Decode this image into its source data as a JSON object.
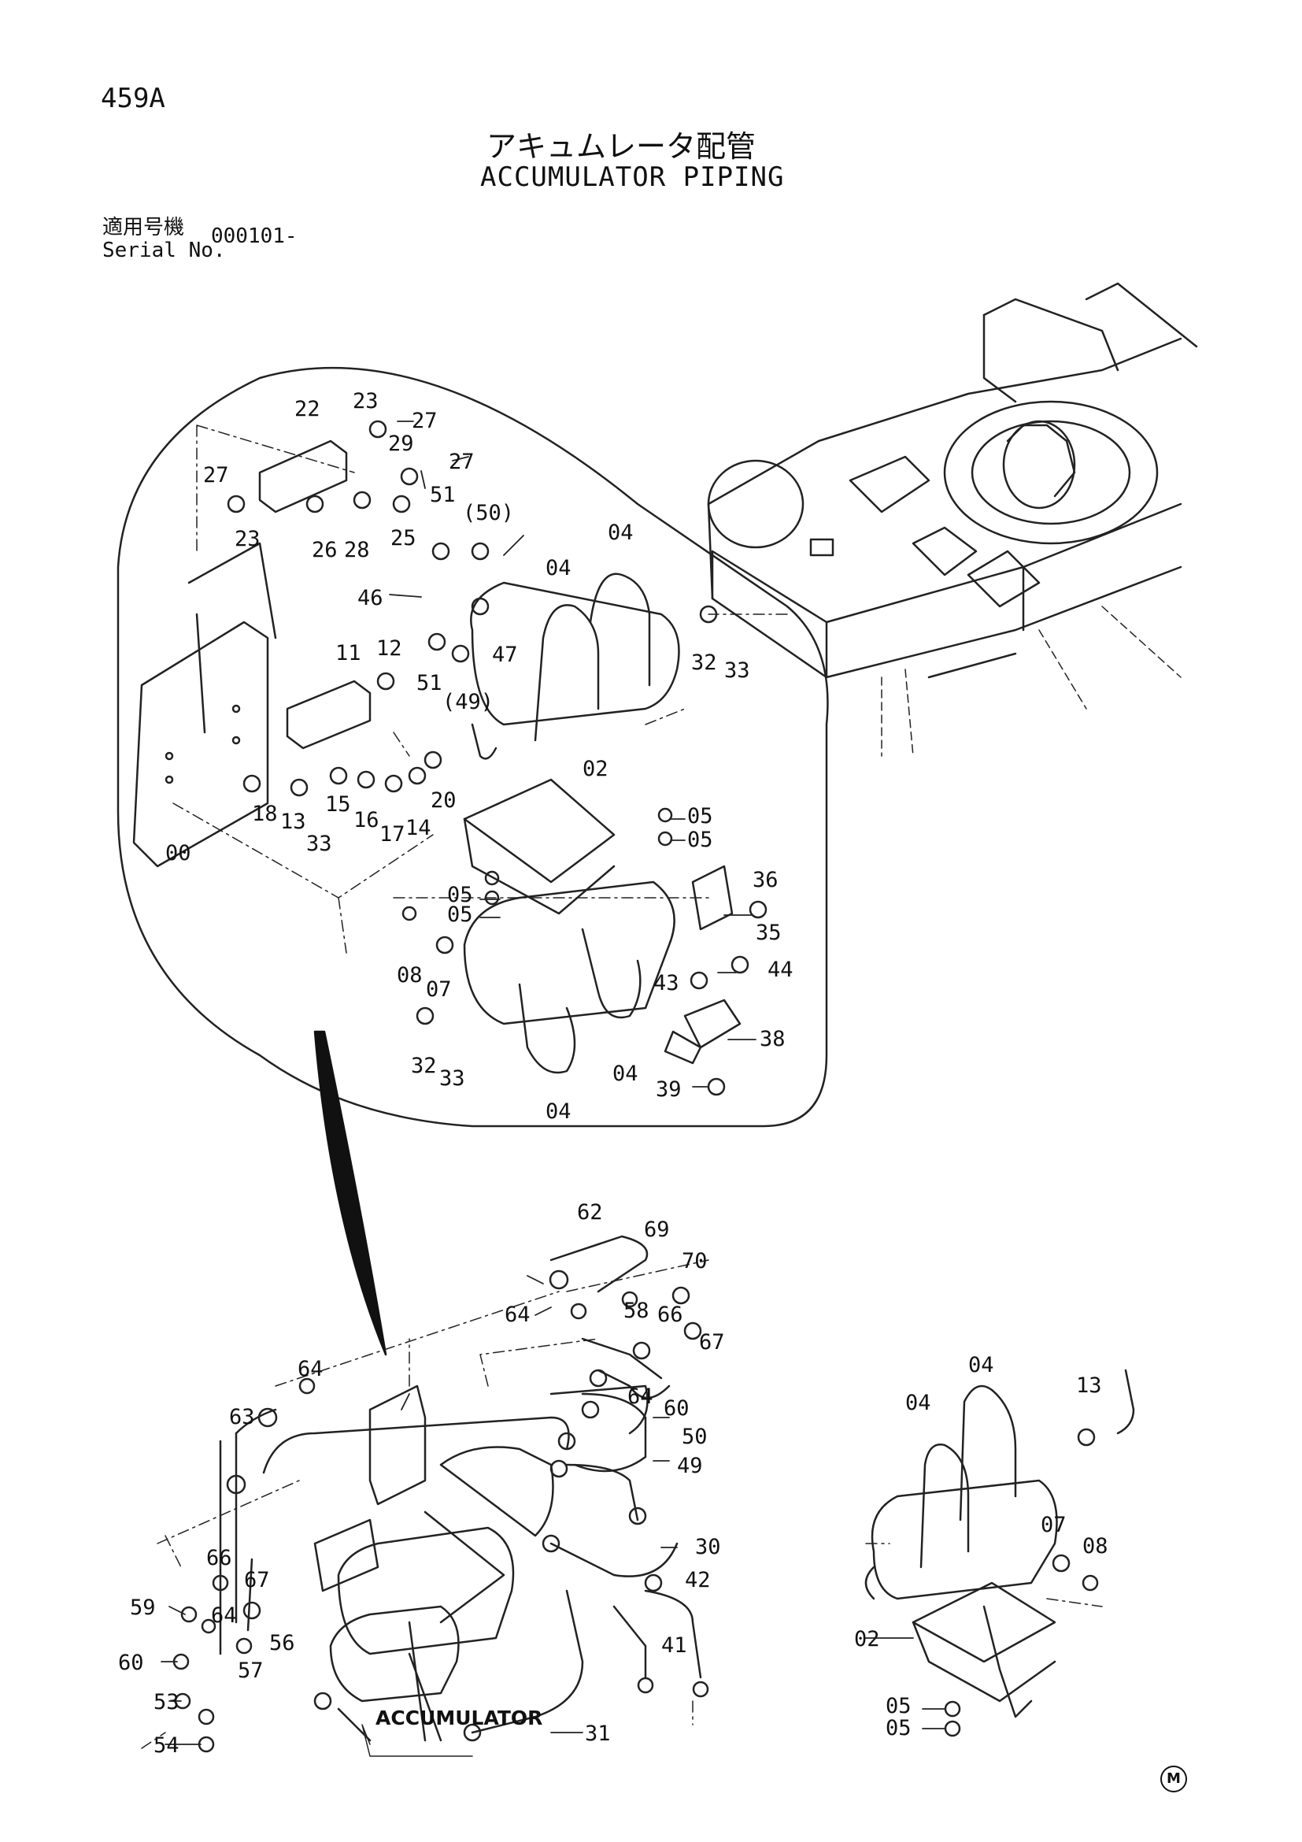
{
  "page_number": "459A",
  "title_jp": "アキュムレータ配管",
  "title_en": "ACCUMULATOR PIPING",
  "serial_label_jp": "適用号機",
  "serial_label_en": "Serial No.",
  "serial_value": "000101-",
  "footer_mark": "M",
  "accumulator_label": "ACCUMULATOR",
  "callouts": [
    {
      "id": "c22",
      "text": "22"
    },
    {
      "id": "c23a",
      "text": "23"
    },
    {
      "id": "c27a",
      "text": "27"
    },
    {
      "id": "c29",
      "text": "29"
    },
    {
      "id": "c27b",
      "text": "27"
    },
    {
      "id": "c27c",
      "text": "27"
    },
    {
      "id": "c23b",
      "text": "23"
    },
    {
      "id": "c26",
      "text": "26"
    },
    {
      "id": "c28",
      "text": "28"
    },
    {
      "id": "c25",
      "text": "25"
    },
    {
      "id": "c51a",
      "text": "51"
    },
    {
      "id": "c50a",
      "text": "(50)"
    },
    {
      "id": "c04a",
      "text": "04"
    },
    {
      "id": "c04b",
      "text": "04"
    },
    {
      "id": "c46",
      "text": "46"
    },
    {
      "id": "c47",
      "text": "47"
    },
    {
      "id": "c32a",
      "text": "32"
    },
    {
      "id": "c33a",
      "text": "33"
    },
    {
      "id": "c11",
      "text": "11"
    },
    {
      "id": "c12",
      "text": "12"
    },
    {
      "id": "c51b",
      "text": "51"
    },
    {
      "id": "c49a",
      "text": "(49)"
    },
    {
      "id": "c20",
      "text": "20"
    },
    {
      "id": "c18",
      "text": "18"
    },
    {
      "id": "c13a",
      "text": "13"
    },
    {
      "id": "c15",
      "text": "15"
    },
    {
      "id": "c16",
      "text": "16"
    },
    {
      "id": "c17",
      "text": "17"
    },
    {
      "id": "c14",
      "text": "14"
    },
    {
      "id": "c33b",
      "text": "33"
    },
    {
      "id": "c00",
      "text": "00"
    },
    {
      "id": "c02a",
      "text": "02"
    },
    {
      "id": "c05a",
      "text": "05"
    },
    {
      "id": "c05b",
      "text": "05"
    },
    {
      "id": "c05c",
      "text": "05"
    },
    {
      "id": "c05d",
      "text": "05"
    },
    {
      "id": "c36",
      "text": "36"
    },
    {
      "id": "c35",
      "text": "35"
    },
    {
      "id": "c08a",
      "text": "08"
    },
    {
      "id": "c07a",
      "text": "07"
    },
    {
      "id": "c43",
      "text": "43"
    },
    {
      "id": "c44",
      "text": "44"
    },
    {
      "id": "c38",
      "text": "38"
    },
    {
      "id": "c32b",
      "text": "32"
    },
    {
      "id": "c33c",
      "text": "33"
    },
    {
      "id": "c04c",
      "text": "04"
    },
    {
      "id": "c04d",
      "text": "04"
    },
    {
      "id": "c39",
      "text": "39"
    },
    {
      "id": "c62",
      "text": "62"
    },
    {
      "id": "c69",
      "text": "69"
    },
    {
      "id": "c70",
      "text": "70"
    },
    {
      "id": "c64a",
      "text": "64"
    },
    {
      "id": "c58",
      "text": "58"
    },
    {
      "id": "c66a",
      "text": "66"
    },
    {
      "id": "c67a",
      "text": "67"
    },
    {
      "id": "c64b",
      "text": "64"
    },
    {
      "id": "c60a",
      "text": "60"
    },
    {
      "id": "c64c",
      "text": "64"
    },
    {
      "id": "c63",
      "text": "63"
    },
    {
      "id": "c50b",
      "text": "50"
    },
    {
      "id": "c49b",
      "text": "49"
    },
    {
      "id": "c30",
      "text": "30"
    },
    {
      "id": "c42",
      "text": "42"
    },
    {
      "id": "c41",
      "text": "41"
    },
    {
      "id": "c31",
      "text": "31"
    },
    {
      "id": "c66b",
      "text": "66"
    },
    {
      "id": "c67b",
      "text": "67"
    },
    {
      "id": "c59",
      "text": "59"
    },
    {
      "id": "c64d",
      "text": "64"
    },
    {
      "id": "c56",
      "text": "56"
    },
    {
      "id": "c60b",
      "text": "60"
    },
    {
      "id": "c57",
      "text": "57"
    },
    {
      "id": "c53",
      "text": "53"
    },
    {
      "id": "c54",
      "text": "54"
    },
    {
      "id": "c04e",
      "text": "04"
    },
    {
      "id": "c04f",
      "text": "04"
    },
    {
      "id": "c13b",
      "text": "13"
    },
    {
      "id": "c07b",
      "text": "07"
    },
    {
      "id": "c08b",
      "text": "08"
    },
    {
      "id": "c02b",
      "text": "02"
    },
    {
      "id": "c05e",
      "text": "05"
    },
    {
      "id": "c05f",
      "text": "05"
    }
  ]
}
